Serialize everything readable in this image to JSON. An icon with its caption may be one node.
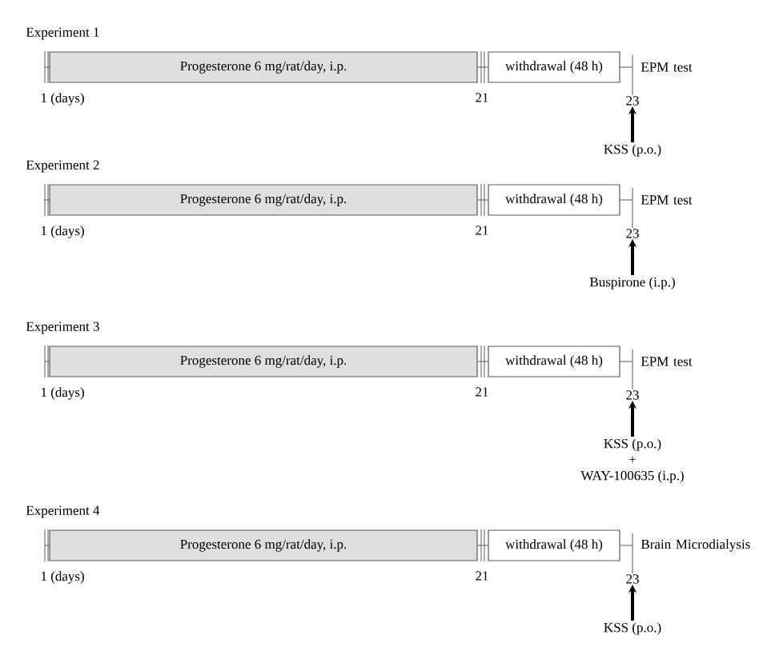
{
  "diagram": {
    "nodes": [
      {
        "text": [
          "Progesterone 6 mg/rat/day, i.p."
        ]
      },
      {
        "text": [
          "withdrawal (48 h)"
        ]
      },
      {
        "text": [
          "23"
        ]
      },
      {
        "text": [
          "KSS (p.o.)"
        ]
      },
      {
        "text": [
          "Progesterone 6 mg/rat/day, i.p."
        ]
      },
      {
        "text": [
          "withdrawal (48 h)"
        ]
      },
      {
        "text": [
          "23"
        ]
      },
      {
        "text": [
          "Buspirone (i.p.)"
        ]
      },
      {
        "text": [
          "Progesterone 6 mg/rat/day, i.p."
        ]
      },
      {
        "text": [
          "withdrawal (48 h)"
        ]
      },
      {
        "text": [
          "23"
        ]
      },
      {
        "text": [
          "KSS (p.o.)",
          "+",
          "WAY-100635 (i.p.)"
        ]
      },
      {
        "text": [
          "Progesterone 6 mg/rat/day, i.p."
        ]
      },
      {
        "text": [
          "withdrawal (48 h)"
        ]
      },
      {
        "text": [
          "23"
        ]
      },
      {
        "text": [
          "KSS (p.o.)"
        ]
      }
    ],
    "edges": [
      {
        "from": 0,
        "to": 1,
        "arrow": "none"
      },
      {
        "from": 3,
        "to": 2,
        "arrow": "to",
        "style": "thick"
      },
      {
        "from": 4,
        "to": 5,
        "arrow": "none"
      },
      {
        "from": 7,
        "to": 6,
        "arrow": "to",
        "style": "thick"
      },
      {
        "from": 8,
        "to": 9,
        "arrow": "none"
      },
      {
        "from": 11,
        "to": 10,
        "arrow": "to",
        "style": "thick"
      },
      {
        "from": 12,
        "to": 13,
        "arrow": "none"
      },
      {
        "from": 15,
        "to": 14,
        "arrow": "to",
        "style": "thick"
      },
      {
        "from": 1,
        "to": 2,
        "arrow": "none"
      },
      {
        "from": 5,
        "to": 6,
        "arrow": "none"
      },
      {
        "from": 9,
        "to": 10,
        "arrow": "none"
      },
      {
        "from": 13,
        "to": 14,
        "arrow": "none"
      }
    ],
    "labels": [
      "Experiment 1",
      "EPM test",
      "1 (days)",
      "21",
      "Experiment 2",
      "EPM test",
      "1 (days)",
      "21",
      "Experiment 3",
      "EPM test",
      "1 (days)",
      "21",
      "Experiment 4",
      "Brain Microdialysis",
      "1 (days)",
      "21"
    ]
  }
}
